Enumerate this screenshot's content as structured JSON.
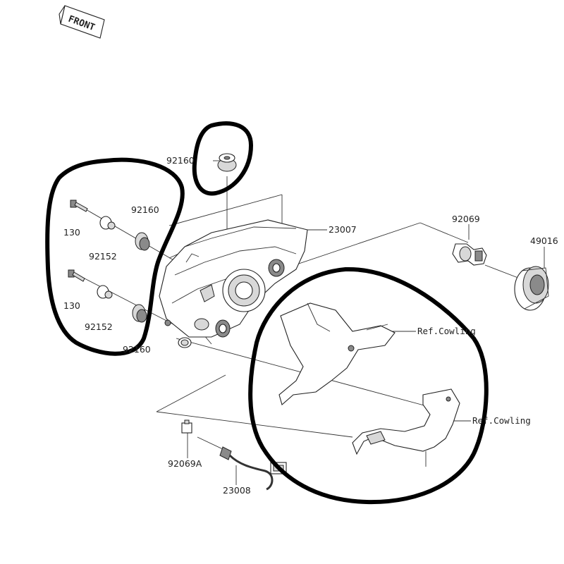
{
  "front_badge": "FRONT",
  "labels": {
    "p92160_top": "92160",
    "p92160_upper": "92160",
    "p92160_lower": "92160",
    "p130_upper": "130",
    "p130_lower": "130",
    "p92152_upper": "92152",
    "p92152_lower": "92152",
    "p23007": "23007",
    "p92069": "92069",
    "p49016": "49016",
    "ref_cowling_1": "Ref.Cowling",
    "ref_cowling_2": "Ref.Cowling",
    "p92069A": "92069A",
    "p23008": "23008"
  }
}
